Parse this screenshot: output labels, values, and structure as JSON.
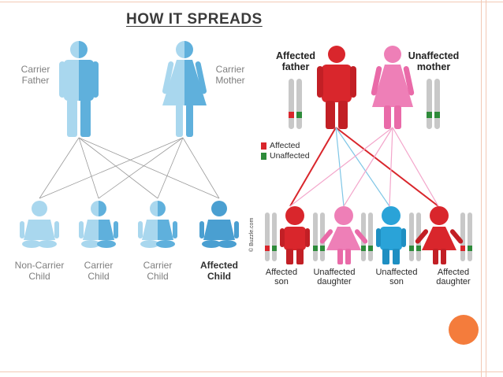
{
  "title": "How it spreads",
  "left_panel": {
    "parents": [
      {
        "label_line1": "Carrier",
        "label_line2": "Father"
      },
      {
        "label_line1": "Carrier",
        "label_line2": "Mother"
      }
    ],
    "children": [
      {
        "label_line1": "Non-Carrier",
        "label_line2": "Child"
      },
      {
        "label_line1": "Carrier",
        "label_line2": "Child"
      },
      {
        "label_line1": "Carrier",
        "label_line2": "Child"
      },
      {
        "label_line1": "Affected",
        "label_line2": "Child"
      }
    ]
  },
  "right_panel": {
    "parents": [
      {
        "label_line1": "Affected",
        "label_line2": "father"
      },
      {
        "label_line1": "Unaffected",
        "label_line2": "mother"
      }
    ],
    "legend": [
      {
        "label": "Affected",
        "color": "#d9262c"
      },
      {
        "label": "Unaffected",
        "color": "#2e8b3a"
      }
    ],
    "children": [
      {
        "label_line1": "Affected",
        "label_line2": "son"
      },
      {
        "label_line1": "Unaffected",
        "label_line2": "daughter"
      },
      {
        "label_line1": "Unaffected",
        "label_line2": "son"
      },
      {
        "label_line1": "Affected",
        "label_line2": "daughter"
      }
    ],
    "credit": "© Buzzle.com"
  },
  "colors": {
    "carrier_blue": "#7fc1e2",
    "carrier_blue_dark": "#4a9fd1",
    "affected_red": "#d9262c",
    "unaffected_pink": "#ee7fb7",
    "unaffected_blue": "#2aa3d8",
    "accent_orange": "#f47c3c"
  }
}
